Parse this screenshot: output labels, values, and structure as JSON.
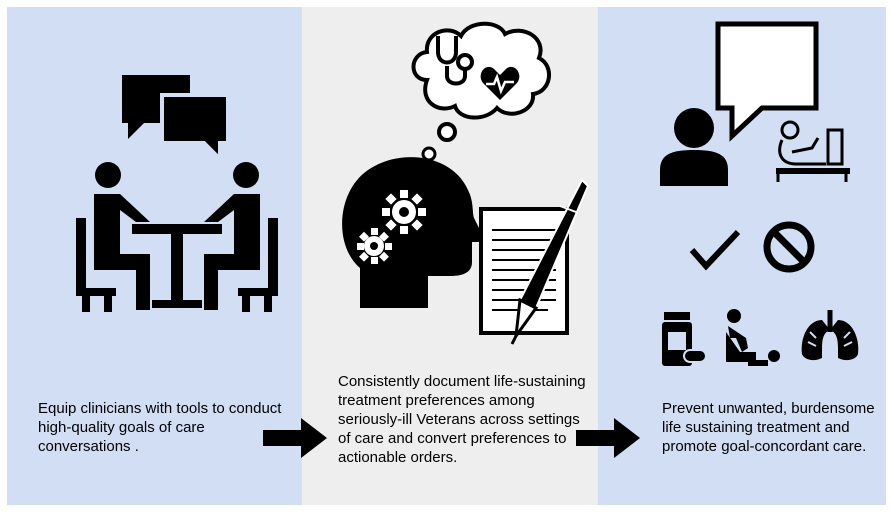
{
  "panels": [
    {
      "icons": [
        "speech-bubbles-icon",
        "meeting-table-icon"
      ],
      "caption": "Equip clinicians with tools to conduct high-quality goals of care conversations ."
    },
    {
      "icons": [
        "thought-cloud-icon",
        "stethoscope-icon",
        "heart-rate-icon",
        "head-gears-icon",
        "document-icon",
        "pen-icon"
      ],
      "caption": "Consistently document life-sustaining treatment preferences among seriously-ill Veterans across settings of care and convert preferences to actionable orders."
    },
    {
      "icons": [
        "person-speech-icon",
        "patient-bed-icon",
        "check-icon",
        "prohibited-icon",
        "medication-icon",
        "cpr-icon",
        "lungs-icon"
      ],
      "caption": "Prevent unwanted, burdensome life sustaining treatment and promote goal-concordant care."
    }
  ],
  "colors": {
    "side_panel": "#d2def4",
    "middle_panel": "#eeeeee",
    "ink": "#000000"
  }
}
